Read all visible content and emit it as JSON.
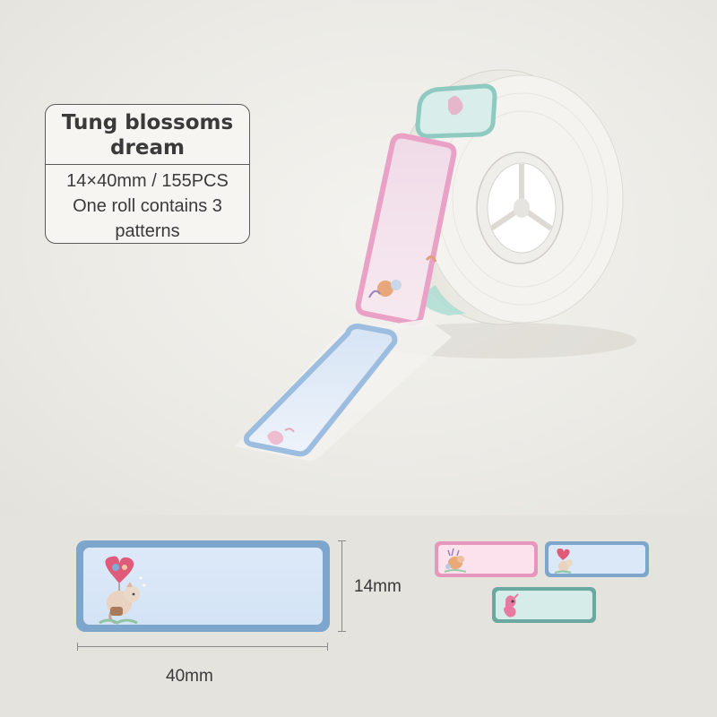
{
  "info": {
    "title_line1": "Tung blossoms",
    "title_line2": "dream",
    "size_count": "14×40mm / 155PCS",
    "desc_line1": "One roll contains 3",
    "desc_line2": "patterns"
  },
  "dimensions": {
    "height_label": "14mm",
    "width_label": "40mm"
  },
  "colors": {
    "pink_border": "#e896bc",
    "blue_border": "#7ea6cc",
    "green_border": "#6aa8a0"
  }
}
